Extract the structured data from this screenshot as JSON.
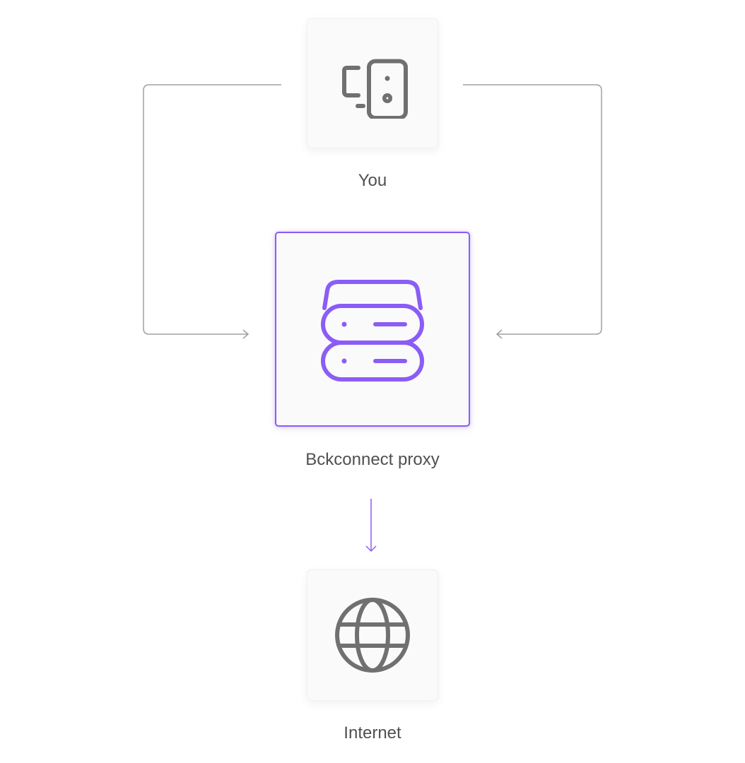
{
  "nodes": {
    "you": {
      "label": "You",
      "icon": "devices-icon"
    },
    "proxy": {
      "label": "Bckconnect proxy",
      "icon": "server-icon"
    },
    "internet": {
      "label": "Internet",
      "icon": "globe-icon"
    }
  },
  "colors": {
    "accent": "#8b5cf6",
    "icon_gray": "#707070",
    "connector_gray": "#a0a0a0",
    "label_text": "#505050"
  }
}
